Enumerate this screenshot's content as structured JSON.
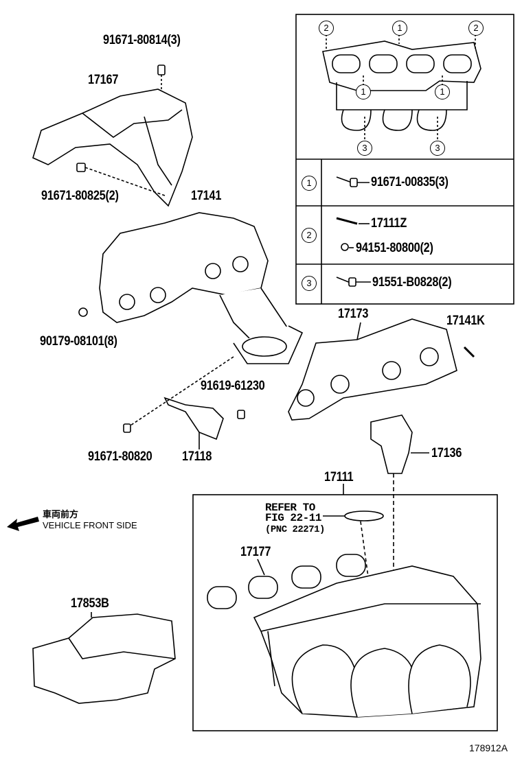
{
  "labels": {
    "p91671_80814": "91671-80814(3)",
    "p17167": "17167",
    "p91671_80825": "91671-80825(2)",
    "p17141": "17141",
    "p90179_08101": "90179-08101(8)",
    "p17173": "17173",
    "p17141K": "17141K",
    "p91619_61230": "91619-61230",
    "p91671_80820": "91671-80820",
    "p17118": "17118",
    "p17136": "17136",
    "p17111": "17111",
    "p17177": "17177",
    "p17853B": "17853B"
  },
  "refer": {
    "line1": "REFER TO",
    "line2": "FIG 22-11",
    "line3": "(PNC 22271)"
  },
  "direction": {
    "jp": "車両前方",
    "en": "VEHICLE FRONT SIDE"
  },
  "inset": {
    "markers": [
      "1",
      "2",
      "3"
    ],
    "rows": [
      {
        "key": "1",
        "parts": [
          "91671-00835(3)"
        ]
      },
      {
        "key": "2",
        "parts": [
          "17111Z",
          "94151-80800(2)"
        ]
      },
      {
        "key": "3",
        "parts": [
          "91551-B0828(2)"
        ]
      }
    ]
  },
  "figure_id": "178912A"
}
